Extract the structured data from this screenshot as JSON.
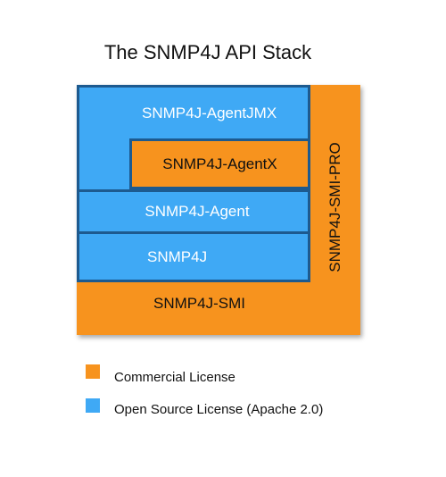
{
  "title": "The SNMP4J API Stack",
  "colors": {
    "commercial": "#f7931e",
    "open_source": "#3fa9f5",
    "border": "#1d5a8f"
  },
  "blocks": {
    "smi": "SNMP4J-SMI",
    "smi_pro": "SNMP4J-SMI-PRO",
    "agent_jmx": "SNMP4J-AgentJMX",
    "agentx": "SNMP4J-AgentX",
    "agent": "SNMP4J-Agent",
    "core": "SNMP4J"
  },
  "legend": [
    {
      "label": "Commercial License",
      "color": "#f7931e"
    },
    {
      "label": "Open Source License (Apache 2.0)",
      "color": "#3fa9f5"
    }
  ]
}
